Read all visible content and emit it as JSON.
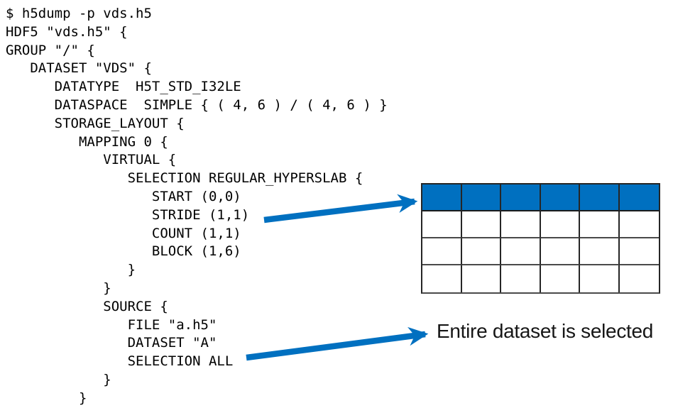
{
  "colors": {
    "accent": "#0070C0",
    "grid_line_dark": "#262626",
    "grid_line_gray": "#4a4a4a",
    "text": "#000000"
  },
  "terminal": {
    "lines": [
      "$ h5dump -p vds.h5",
      "HDF5 \"vds.h5\" {",
      "GROUP \"/\" {",
      "   DATASET \"VDS\" {",
      "      DATATYPE  H5T_STD_I32LE",
      "      DATASPACE  SIMPLE { ( 4, 6 ) / ( 4, 6 ) }",
      "      STORAGE_LAYOUT {",
      "         MAPPING 0 {",
      "            VIRTUAL {",
      "               SELECTION REGULAR_HYPERSLAB {",
      "                  START (0,0)",
      "                  STRIDE (1,1)",
      "                  COUNT (1,1)",
      "                  BLOCK (1,6)",
      "               }",
      "            }",
      "            SOURCE {",
      "               FILE \"a.h5\"",
      "               DATASET \"A\"",
      "               SELECTION ALL",
      "            }",
      "         }"
    ]
  },
  "diagram": {
    "grid": {
      "rows": 4,
      "cols": 6,
      "selected_row_index": 0,
      "selected_fill": "#0070C0"
    },
    "arrows": [
      {
        "name": "arrow-to-selected-row"
      },
      {
        "name": "arrow-to-label"
      }
    ],
    "label": "Entire dataset is selected"
  }
}
